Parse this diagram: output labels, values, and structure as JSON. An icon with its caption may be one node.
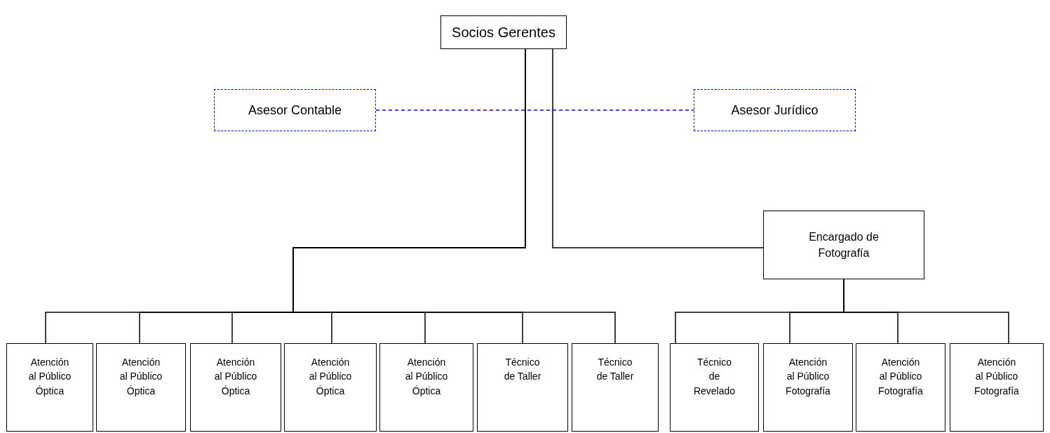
{
  "diagram": {
    "nodes": [
      {
        "text": [
          "Socios Gerentes"
        ]
      },
      {
        "text": [
          "Asesor Contable"
        ]
      },
      {
        "text": [
          "Asesor Jurídico"
        ]
      },
      {
        "text": [
          "Encargado de Fotografía"
        ]
      },
      {
        "text": [
          "Atención al Público Óptica"
        ]
      },
      {
        "text": [
          "Atención al Público Óptica"
        ]
      },
      {
        "text": [
          "Atención al Público Óptica"
        ]
      },
      {
        "text": [
          "Atención al Público Óptica"
        ]
      },
      {
        "text": [
          "Atención al Público Óptica"
        ]
      },
      {
        "text": [
          "Técnico de Taller"
        ]
      },
      {
        "text": [
          "Técnico de Taller"
        ]
      },
      {
        "text": [
          "Técnico de Revelado"
        ]
      },
      {
        "text": [
          "Atención al Público Fotografía"
        ]
      },
      {
        "text": [
          "Atención al Público Fotografía"
        ]
      },
      {
        "text": [
          "Atención al Público Fotografía"
        ]
      }
    ],
    "edges": [
      {
        "from": 0,
        "to": 4,
        "arrow": "none"
      },
      {
        "from": 0,
        "to": 5,
        "arrow": "none"
      },
      {
        "from": 0,
        "to": 6,
        "arrow": "none"
      },
      {
        "from": 0,
        "to": 7,
        "arrow": "none"
      },
      {
        "from": 0,
        "to": 8,
        "arrow": "none"
      },
      {
        "from": 0,
        "to": 9,
        "arrow": "none"
      },
      {
        "from": 0,
        "to": 10,
        "arrow": "none"
      },
      {
        "from": 0,
        "to": 3,
        "arrow": "none"
      },
      {
        "from": 3,
        "to": 11,
        "arrow": "none"
      },
      {
        "from": 3,
        "to": 12,
        "arrow": "none"
      },
      {
        "from": 3,
        "to": 13,
        "arrow": "none"
      },
      {
        "from": 3,
        "to": 14,
        "arrow": "none"
      },
      {
        "from": 1,
        "to": 2,
        "arrow": "none",
        "style": "dashed",
        "color": "#0000ff"
      }
    ]
  }
}
